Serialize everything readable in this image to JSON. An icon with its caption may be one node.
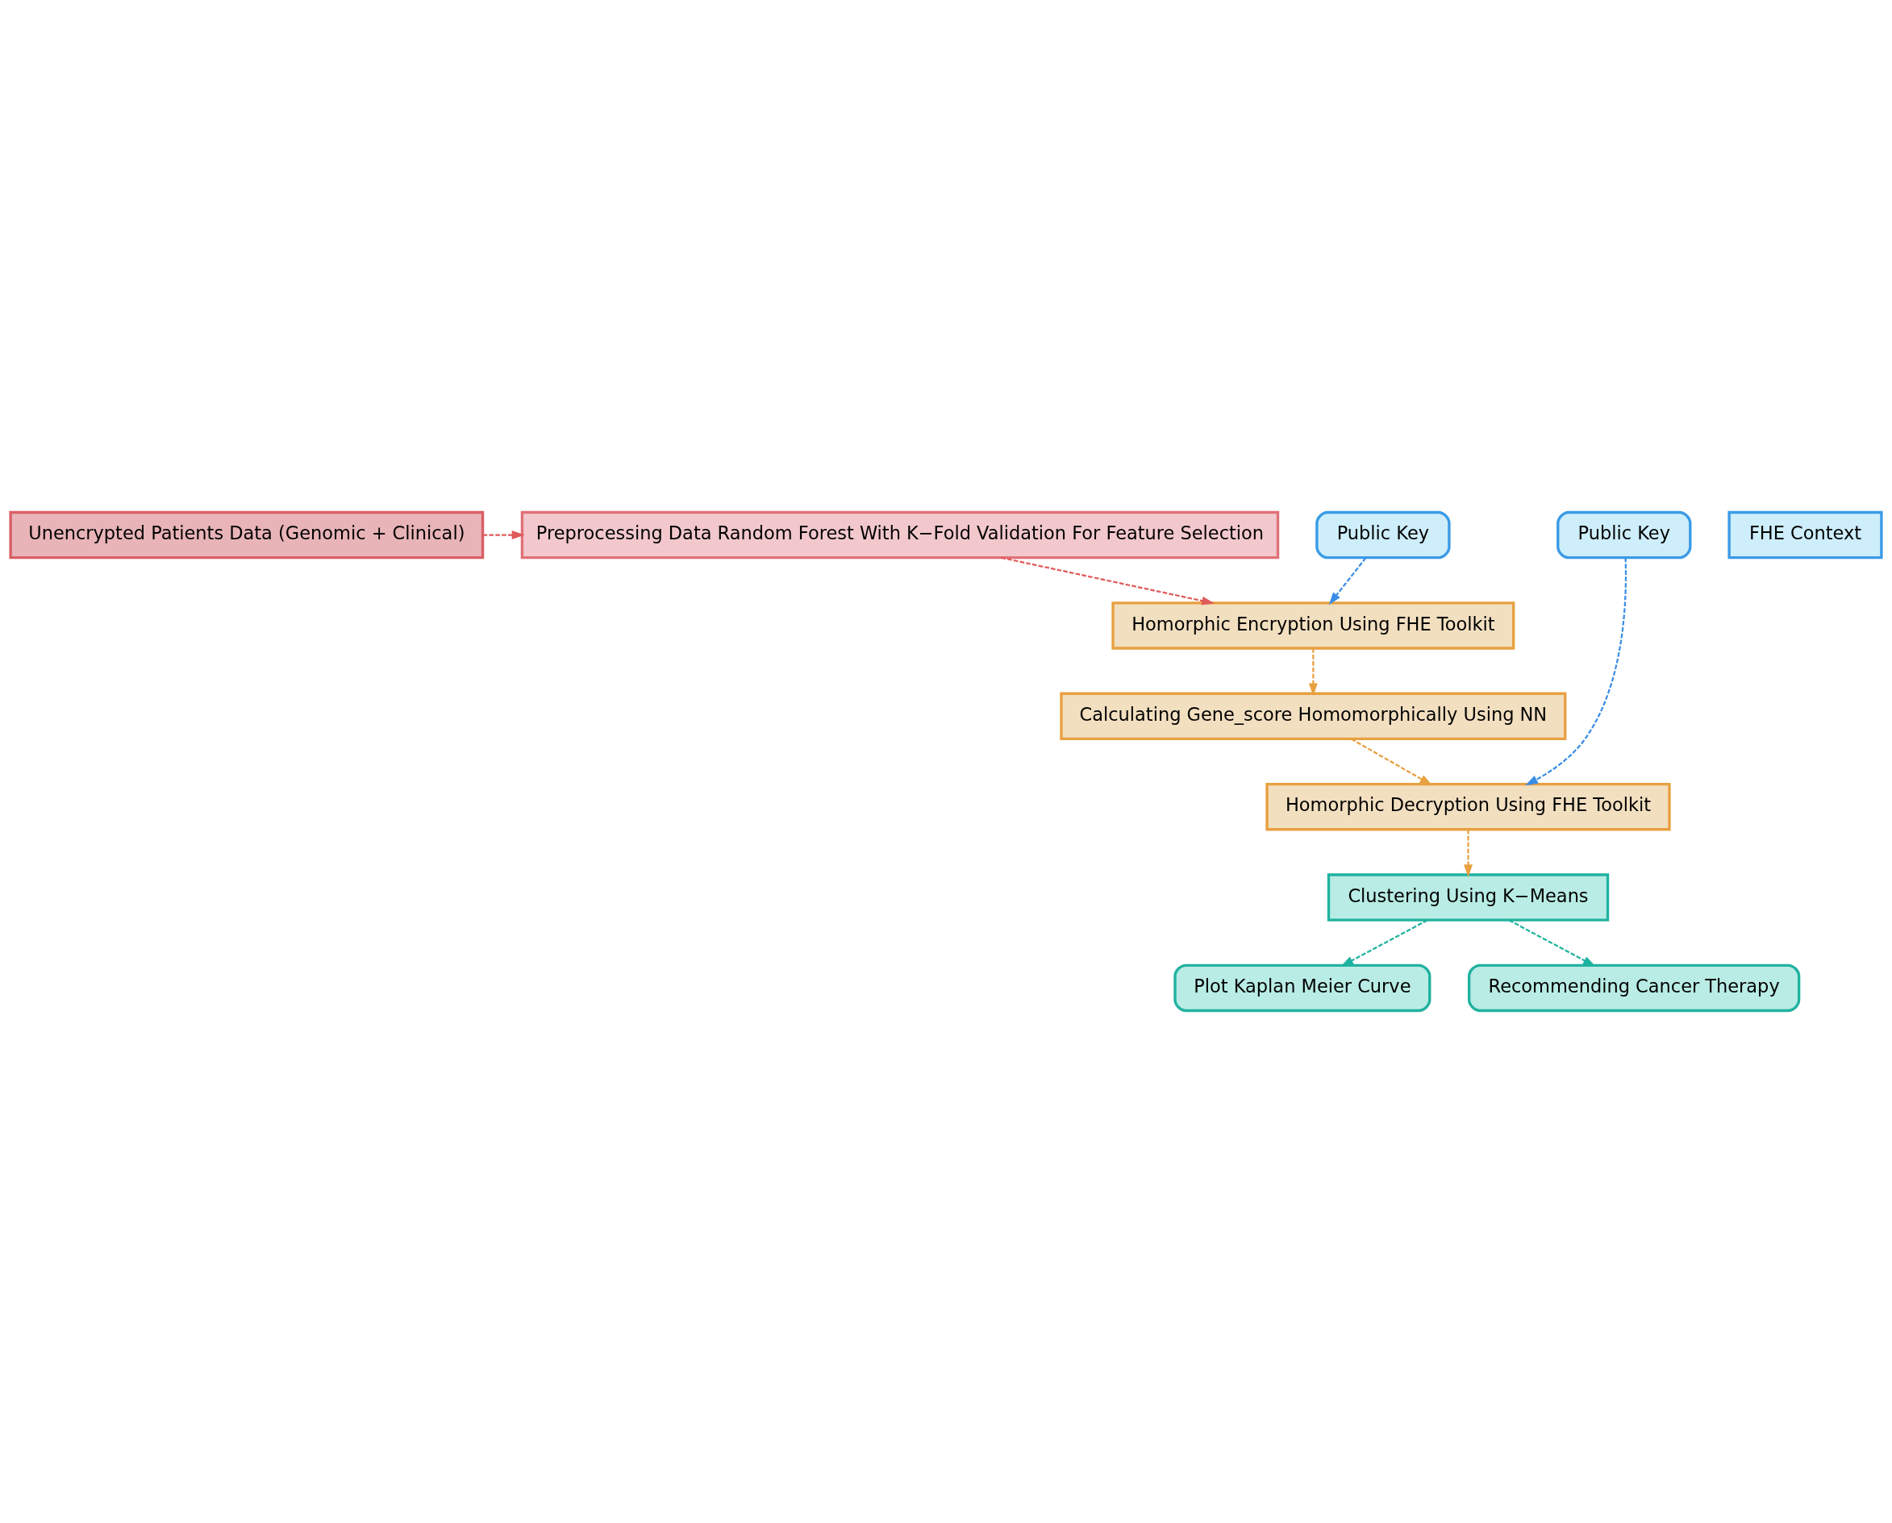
{
  "diagram": {
    "nodes": [
      {
        "text": [
          "Unencrypted Patients Data (Genomic + Clinical)"
        ]
      },
      {
        "text": [
          "Preprocessing Data Random Forest With K−Fold Validation For Feature Selection"
        ]
      },
      {
        "text": [
          "FHE Context"
        ]
      },
      {
        "text": [
          "Public Key"
        ]
      },
      {
        "text": [
          "Public Key"
        ]
      },
      {
        "text": [
          "Homorphic Encryption Using FHE Toolkit"
        ]
      },
      {
        "text": [
          "Calculating Gene_score Homomorphically Using NN"
        ]
      },
      {
        "text": [
          "Homorphic Decryption Using FHE Toolkit"
        ]
      },
      {
        "text": [
          "Clustering Using K−Means"
        ]
      },
      {
        "text": [
          "Plot Kaplan Meier Curve"
        ]
      },
      {
        "text": [
          "Recommending Cancer Therapy"
        ]
      }
    ],
    "edges": [
      {
        "from": 0,
        "to": 1,
        "arrow": "to",
        "style": "dashed",
        "color": "#e05a5a"
      },
      {
        "from": 1,
        "to": 5,
        "arrow": "to",
        "style": "dashed",
        "color": "#e05a5a"
      },
      {
        "from": 3,
        "to": 5,
        "arrow": "to",
        "style": "dashed",
        "color": "#3a8ee6"
      },
      {
        "from": 5,
        "to": 6,
        "arrow": "to",
        "style": "dashed"
      },
      {
        "from": 6,
        "to": 7,
        "arrow": "to",
        "style": "dashed"
      },
      {
        "from": 4,
        "to": 7,
        "arrow": "to",
        "style": "dashed",
        "color": "#3a8ee6"
      },
      {
        "from": 7,
        "to": 8,
        "arrow": "to",
        "style": "dashed"
      },
      {
        "from": 8,
        "to": 9,
        "arrow": "to",
        "style": "dashed",
        "color": "#20b2a0"
      },
      {
        "from": 8,
        "to": 10,
        "arrow": "to",
        "style": "dashed",
        "color": "#20b2a0"
      }
    ]
  }
}
